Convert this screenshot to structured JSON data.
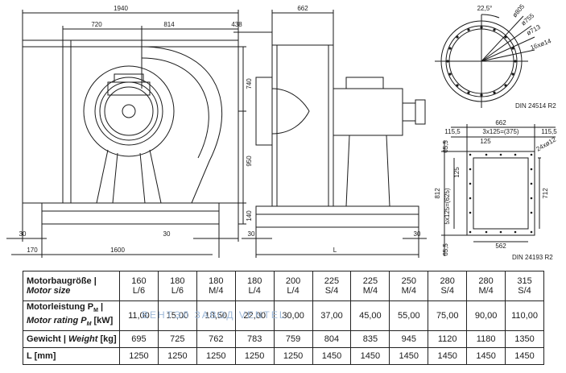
{
  "front_view": {
    "dim_total_width": "1940",
    "dim_left": "720",
    "dim_right": "814",
    "dim_upper_height": "740",
    "dim_lower_height": "950",
    "dim_base_height": "140",
    "dim_left_offset": "30",
    "dim_right_offset": "30",
    "dim_foot_left": "170",
    "dim_foot_span": "1600"
  },
  "side_view": {
    "dim_top_offset": "438",
    "dim_outlet_depth": "662",
    "dim_left_foot": "30",
    "dim_right_foot": "30",
    "dim_length": "L"
  },
  "inlet_flange": {
    "angle": "22,5°",
    "dia_outer": "ø805",
    "dia_middle": "ø755",
    "dia_inner": "ø713",
    "holes": "16xø14",
    "standard": "DIN 24514 R2"
  },
  "outlet_flange": {
    "dim_width": "662",
    "dim_left_margin": "115,5",
    "dim_right_margin": "115,5",
    "dim_hole_pitch": "3x125=(375)",
    "dim_hole_step": "125",
    "dim_top_small": "65,5",
    "dim_side_step": "125",
    "dim_height": "812",
    "dim_height_pitch": "5x125=(625)",
    "dim_inner_height": "712",
    "dim_bottom_small": "65,5",
    "dim_inner_width": "562",
    "holes": "24xø12",
    "standard": "DIN 24193 R2"
  },
  "table": {
    "row_motor_size": {
      "label": "Motorbaugröße |",
      "label_en": "Motor size",
      "values": [
        "160\nL/6",
        "180\nL/6",
        "180\nM/4",
        "180\nL/4",
        "200\nL/4",
        "225\nS/4",
        "225\nM/4",
        "250\nM/4",
        "280\nS/4",
        "280\nM/4",
        "315\nS/4"
      ]
    },
    "row_motor_power": {
      "label": "Motorleistung P",
      "label_sub": "M",
      "label_tail": "|",
      "label_en": "Motor rating P",
      "label_en_sub": "M",
      "label_en_unit": " [kW]",
      "values": [
        "11,00",
        "15,00",
        "18,50",
        "22,00",
        "30,00",
        "37,00",
        "45,00",
        "55,00",
        "75,00",
        "90,00",
        "110,00"
      ]
    },
    "row_weight": {
      "label": "Gewicht | ",
      "label_en": "Weight",
      "label_unit": " [kg]",
      "values": [
        "695",
        "725",
        "762",
        "783",
        "759",
        "804",
        "835",
        "945",
        "1120",
        "1180",
        "1350"
      ]
    },
    "row_length": {
      "label": "L [mm]",
      "values": [
        "1250",
        "1250",
        "1250",
        "1250",
        "1250",
        "1450",
        "1450",
        "1450",
        "1450",
        "1450",
        "1450"
      ]
    }
  },
  "watermark": "ВЕНТЭЛ  ЗАВОД  VENTEL"
}
